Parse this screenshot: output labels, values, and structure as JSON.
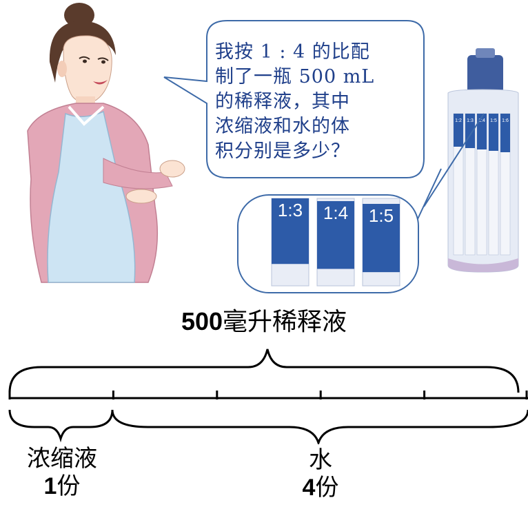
{
  "speech": {
    "lines": [
      "我按 1 : 4 的比配",
      "制了一瓶 500 mL",
      "的稀释液，其中",
      "浓缩液和水的体",
      "积分别是多少？"
    ]
  },
  "bottle": {
    "tick_labels": [
      "1:2",
      "1:3",
      "1:4",
      "1:5",
      "1:6"
    ]
  },
  "magnifier": {
    "tubes": [
      {
        "label": "1:3",
        "fill_fraction": 0.75
      },
      {
        "label": "1:4",
        "fill_fraction": 0.8
      },
      {
        "label": "1:5",
        "fill_fraction": 0.833
      }
    ]
  },
  "diagram": {
    "title_number": "500",
    "title_text": "毫升稀释液",
    "segments": 5,
    "left_label": {
      "name": "浓缩液",
      "count": "1",
      "unit": "份"
    },
    "right_label": {
      "name": "水",
      "count": "4",
      "unit": "份"
    }
  },
  "colors": {
    "liquid_blue": "#2d5ba8",
    "text_blue": "#1f3f8a",
    "apron": "#cde4f3",
    "sweater": "#e3a7b7"
  }
}
